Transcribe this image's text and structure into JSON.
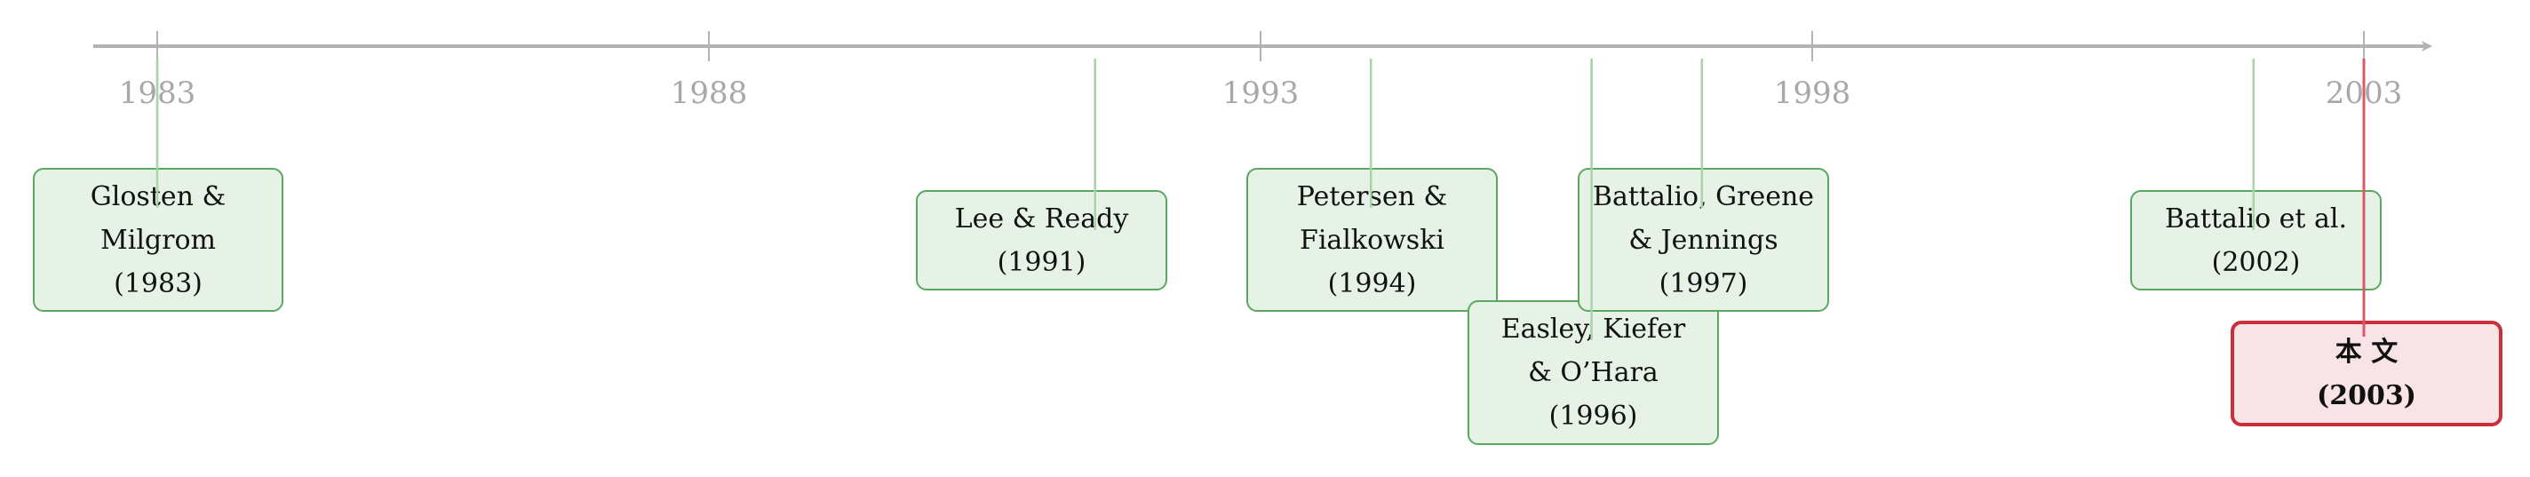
{
  "axis": {
    "ticks": [
      "1983",
      "1988",
      "1993",
      "1998",
      "2003"
    ]
  },
  "events": [
    {
      "id": "glosten-milgrom",
      "lines": [
        "Glosten &",
        "Milgrom",
        "(1983)"
      ],
      "year": 1983
    },
    {
      "id": "lee-ready",
      "lines": [
        "Lee & Ready",
        "(1991)"
      ],
      "year": 1991.5
    },
    {
      "id": "petersen-fialkowski",
      "lines": [
        "Petersen &",
        "Fialkowski",
        "(1994)"
      ],
      "year": 1994
    },
    {
      "id": "easley-kiefer-ohara",
      "lines": [
        "Easley, Kiefer",
        "& O’Hara",
        "(1996)"
      ],
      "year": 1996
    },
    {
      "id": "battalio-greene-jennings",
      "lines": [
        "Battalio, Greene",
        "& Jennings",
        "(1997)"
      ],
      "year": 1997
    },
    {
      "id": "battalio-et-al",
      "lines": [
        "Battalio et al.",
        "(2002)"
      ],
      "year": 2002
    },
    {
      "id": "this-paper",
      "lines": [
        "本 文",
        "(2003)"
      ],
      "year": 2003,
      "highlight": true
    }
  ],
  "colors": {
    "axis": "#b3b3b3",
    "connector": "#a9d3aa",
    "highlight_connector": "#d95a66"
  }
}
